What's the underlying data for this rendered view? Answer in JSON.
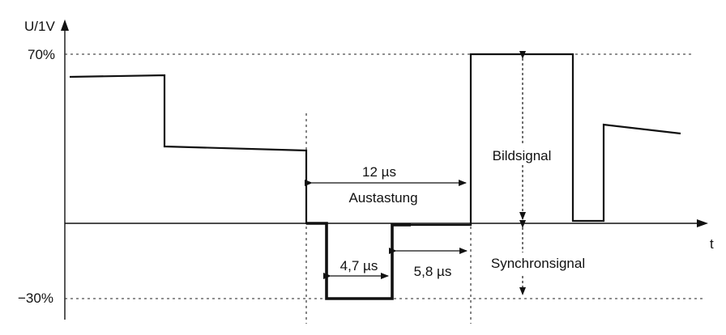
{
  "diagram": {
    "y_axis_label": "U/1V",
    "x_axis_label": "t",
    "tick_top": "70%",
    "tick_bottom": "−30%",
    "blanking_duration": "12 µs",
    "blanking_label": "Austastung",
    "sync_pulse_duration": "4,7 µs",
    "back_porch_duration": "5,8 µs",
    "picture_signal_label": "Bildsignal",
    "sync_signal_label": "Synchronsignal"
  }
}
